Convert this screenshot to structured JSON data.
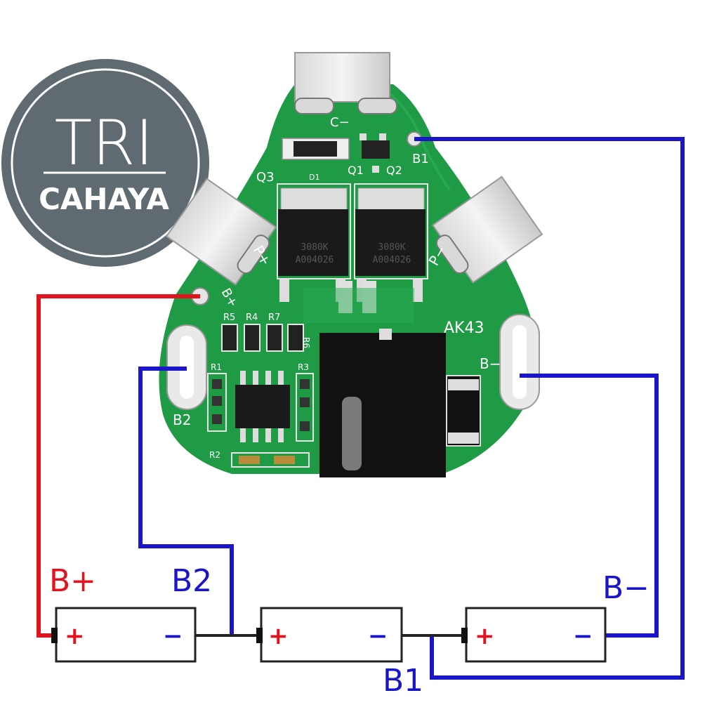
{
  "logo": {
    "line1": "TRI",
    "line2": "CAHAYA"
  },
  "pcb": {
    "model": "AK43",
    "pads": {
      "c_minus": "C−",
      "p_plus": "P+",
      "p_minus": "P−",
      "b_plus": "B+",
      "b1": "B1",
      "b2": "B2",
      "b_minus": "B−"
    },
    "components": {
      "q1": "Q1",
      "q2": "Q2",
      "q3": "Q3",
      "d1": "D1",
      "r1": "R1",
      "r2": "R2",
      "r3": "R3",
      "r4": "R4",
      "r5": "R5",
      "r6": "R6",
      "r7": "R7",
      "mosfet_line1": "3080K",
      "mosfet_line2": "A004026"
    }
  },
  "wiring": {
    "labels": {
      "b_plus": "B+",
      "b2": "B2",
      "b_minus": "B−",
      "b1": "B1"
    },
    "colors": {
      "positive": "#e0141e",
      "balance": "#1a16c8",
      "series": "#222222",
      "pcb": "#1f9a45"
    }
  },
  "cells": [
    {
      "plus": "+",
      "minus": "−"
    },
    {
      "plus": "+",
      "minus": "−"
    },
    {
      "plus": "+",
      "minus": "−"
    }
  ]
}
